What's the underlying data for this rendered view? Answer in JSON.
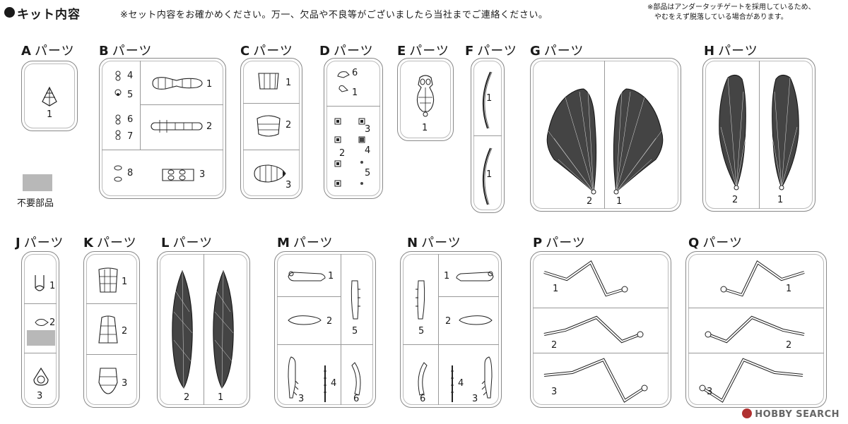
{
  "header": {
    "title": "キット内容",
    "note": "※セット内容をお確かめください。万一、欠品や不良等がございましたら当社までご連絡ください。",
    "side_note_1": "※部品はアンダータッチゲートを採用しているため、",
    "side_note_2": "やむをえず脱落している場合があります。"
  },
  "unused": {
    "label": "不要部品"
  },
  "suffix": "パーツ",
  "parts": {
    "A": {
      "letter": "A",
      "nums": [
        "1"
      ]
    },
    "B": {
      "letter": "B",
      "nums": [
        "4",
        "5",
        "6",
        "7",
        "8",
        "1",
        "2",
        "3"
      ]
    },
    "C": {
      "letter": "C",
      "nums": [
        "1",
        "2",
        "3"
      ]
    },
    "D": {
      "letter": "D",
      "nums": [
        "6",
        "1",
        "3",
        "2",
        "4",
        "5"
      ]
    },
    "E": {
      "letter": "E",
      "nums": [
        "1"
      ]
    },
    "F": {
      "letter": "F",
      "nums": [
        "1",
        "1"
      ]
    },
    "G": {
      "letter": "G",
      "nums": [
        "2",
        "1"
      ]
    },
    "H": {
      "letter": "H",
      "nums": [
        "2",
        "1"
      ]
    },
    "J": {
      "letter": "J",
      "nums": [
        "1",
        "2",
        "3"
      ]
    },
    "K": {
      "letter": "K",
      "nums": [
        "1",
        "2",
        "3"
      ]
    },
    "L": {
      "letter": "L",
      "nums": [
        "2",
        "1"
      ]
    },
    "M": {
      "letter": "M",
      "nums": [
        "1",
        "2",
        "5",
        "3",
        "4",
        "6"
      ]
    },
    "N": {
      "letter": "N",
      "nums": [
        "1",
        "2",
        "5",
        "6",
        "4",
        "3"
      ]
    },
    "P": {
      "letter": "P",
      "nums": [
        "1",
        "2",
        "3"
      ]
    },
    "Q": {
      "letter": "Q",
      "nums": [
        "1",
        "2",
        "3"
      ]
    }
  },
  "watermark": "HOBBY SEARCH"
}
